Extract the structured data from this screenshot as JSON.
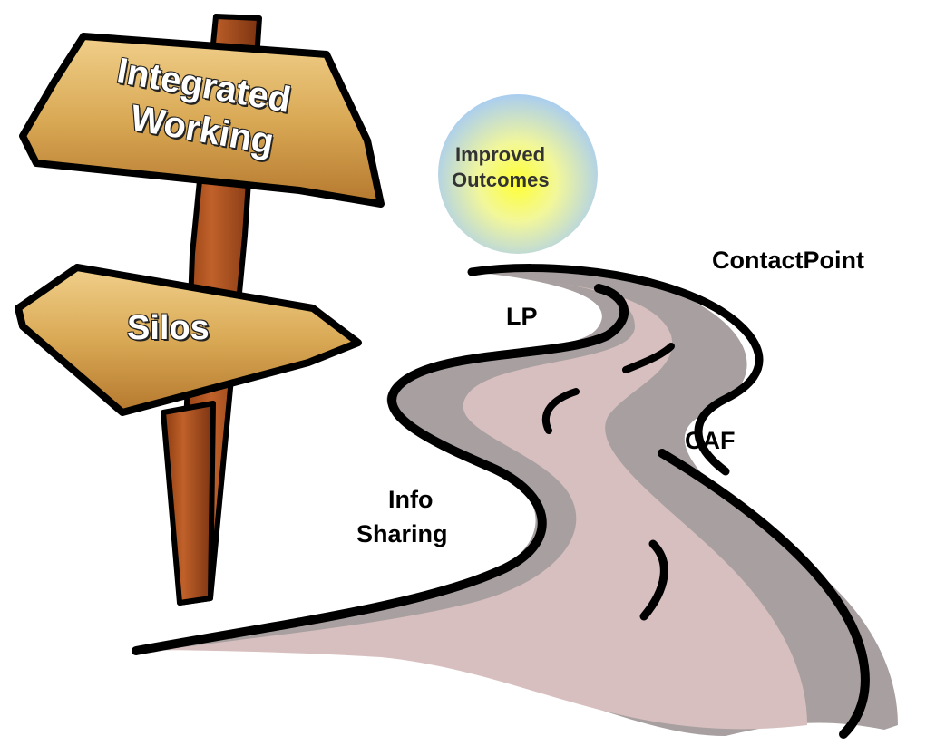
{
  "signpost": {
    "top_sign_line1": "Integrated",
    "top_sign_line2": "Working",
    "bottom_sign": "Silos",
    "colors": {
      "board_light": "#e2b86a",
      "board_dark": "#b5782e",
      "post": "#b8561f",
      "outline": "#000000"
    }
  },
  "outcome_circle": {
    "line1": "Improved",
    "line2": "Outcomes",
    "colors": {
      "center": "#ffff33",
      "edge": "#a9cdf0"
    }
  },
  "road": {
    "labels": {
      "contactpoint": "ContactPoint",
      "lp": "LP",
      "caf": "CAF",
      "info_line1": "Info",
      "info_line2": "Sharing"
    },
    "colors": {
      "surface": "#d8bfbf",
      "shoulder": "#9e9393",
      "edge": "#000000"
    }
  }
}
